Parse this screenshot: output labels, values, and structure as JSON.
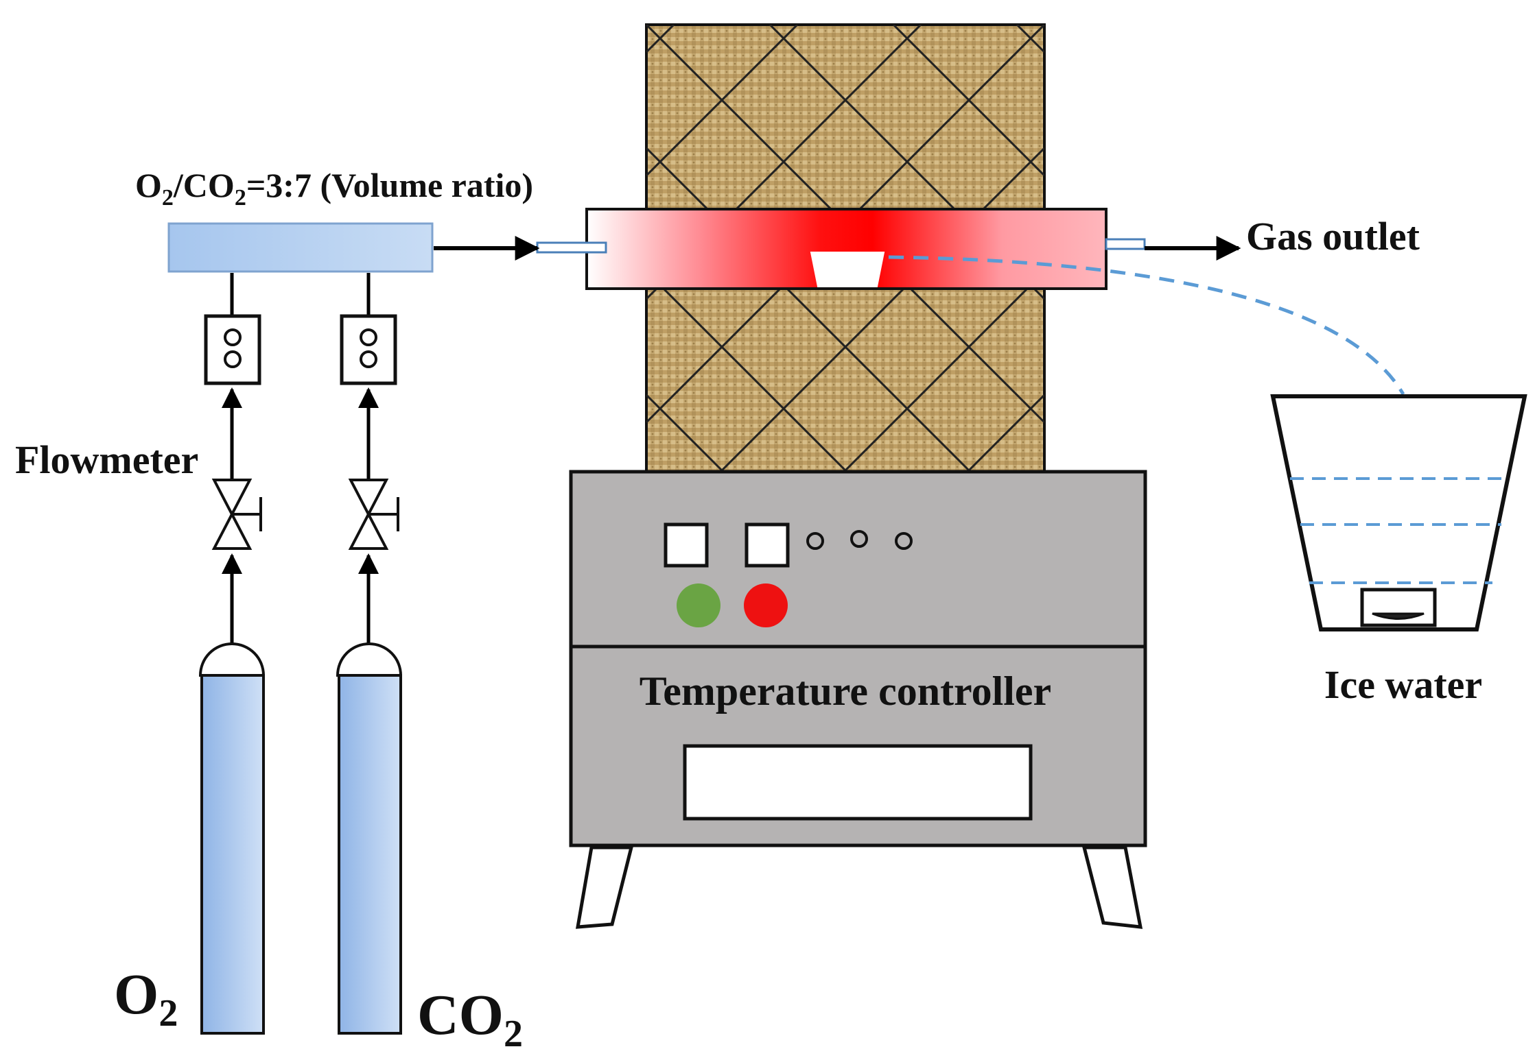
{
  "labels": {
    "ratio_prefix": "O",
    "ratio_sub1": "2",
    "ratio_mid": "/CO",
    "ratio_sub2": "2",
    "ratio_suffix": "=3:7 (Volume ratio)",
    "gas_outlet": "Gas outlet",
    "flowmeter": "Flowmeter",
    "temperature_controller": "Temperature controller",
    "ice_water": "Ice water",
    "o2_main": "O",
    "o2_sub": "2",
    "co2_main": "CO",
    "co2_sub": "2"
  },
  "colors": {
    "cylinder_blue": "#a9c8ee",
    "mixer_blue": "#b8d4f1",
    "furnace_hot": "#ff1a1a",
    "furnace_cool": "#ffd0d4",
    "controller_gray": "#b3b1b1",
    "green_light": "#6aa444",
    "red_light": "#ee1111",
    "dashed_blue": "#5b9bd5",
    "insulation_tan": "#c2a46c"
  },
  "icons": {
    "valve": "needle-valve-icon",
    "flowmeter": "flowmeter-icon",
    "cylinder": "gas-cylinder-icon",
    "crucible": "crucible-icon",
    "beaker": "ice-water-beaker-icon"
  }
}
